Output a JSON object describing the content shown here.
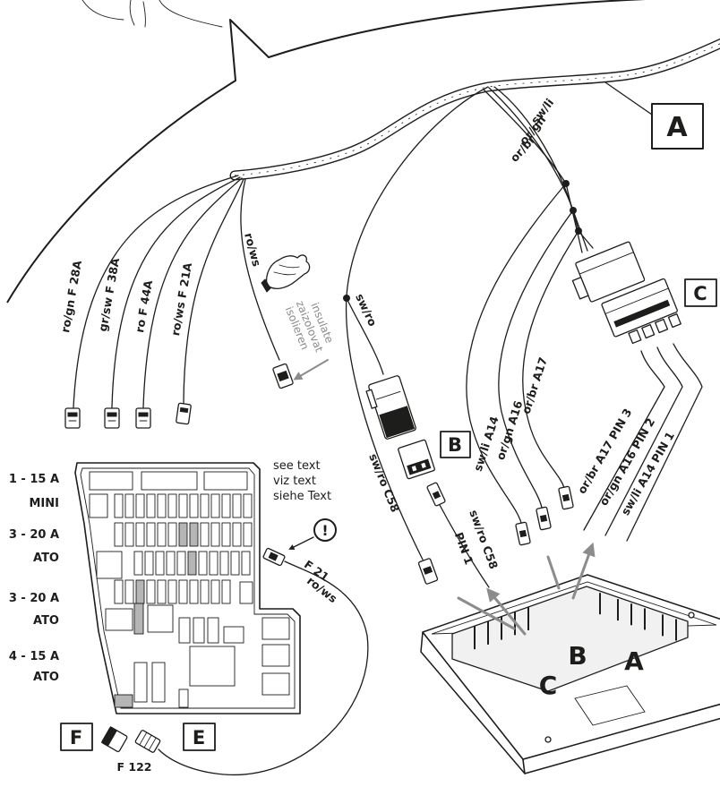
{
  "colors": {
    "ink": "#1d1d1b",
    "arrow": "#8c8c8c",
    "slot_fill": "#b5b5b5",
    "note": "#8a8a8a"
  },
  "icons": {
    "insulate": "hand-tape-icon",
    "warning": "exclamation-circle-icon",
    "pointer": "arrow-icon"
  },
  "callouts": {
    "a": "A",
    "b": "B",
    "c": "C",
    "e": "E",
    "f": "F"
  },
  "harness_wires": [
    "sw/li",
    "or/gn",
    "or/br"
  ],
  "fuse_branches": [
    {
      "label": "ro/gn F 28A"
    },
    {
      "label": "gr/sw F 38A"
    },
    {
      "label": "ro F 44A"
    },
    {
      "label": "ro/ws F 21A"
    }
  ],
  "insulated_wire": {
    "label": "ro/ws",
    "note": [
      "insulate",
      "zaizolovat",
      "isolieren"
    ]
  },
  "connector_b": {
    "feed_wire": "sw/ro",
    "wire": "sw/ro C58",
    "pin_wire": "sw/ro C58",
    "pin": "PIN 1"
  },
  "connector_c": {
    "wires": [
      "sw/li A14",
      "or/gn A16",
      "or/br A17"
    ],
    "pins": [
      "or/br A17 PIN 3",
      "or/gn A16 PIN 2",
      "sw/li A14 PIN 1"
    ]
  },
  "fuse_ratings": [
    {
      "rating": "1 - 15 A",
      "type": "MINI"
    },
    {
      "rating": "3 - 20 A",
      "type": "ATO"
    },
    {
      "rating": "3 - 20 A",
      "type": "ATO"
    },
    {
      "rating": "4 - 15 A",
      "type": "ATO"
    }
  ],
  "see_text": [
    "see text",
    "viz text",
    "siehe Text"
  ],
  "warning": "!",
  "fuse_f21": {
    "fuse": "F 21",
    "wire": "ro/ws"
  },
  "control_unit_slots": {
    "b": "B",
    "a": "A",
    "c": "C"
  },
  "fuse_f122": "F 122"
}
